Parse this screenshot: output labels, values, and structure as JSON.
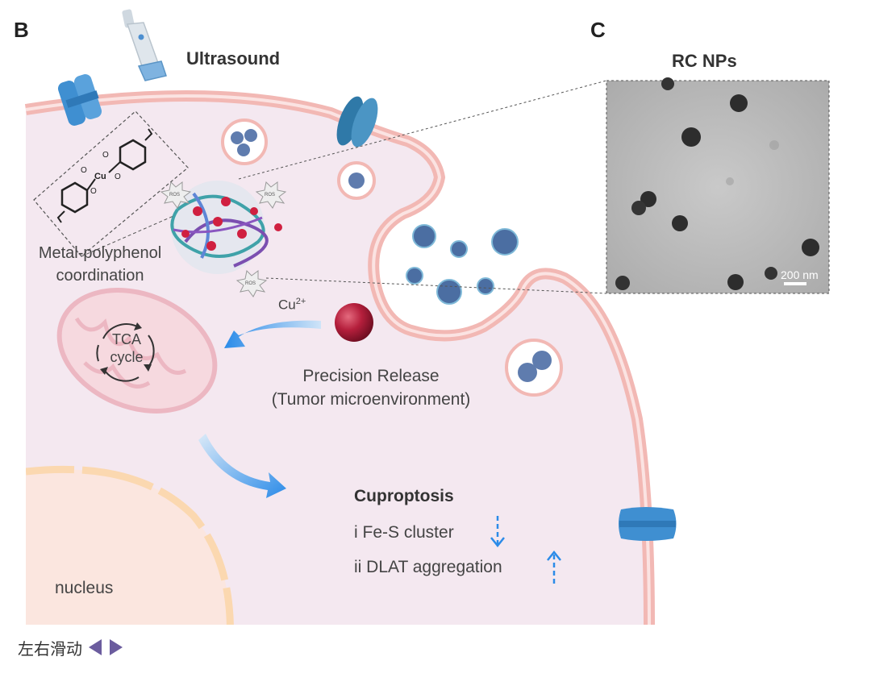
{
  "panel_b_label": "B",
  "panel_c_label": "C",
  "ultrasound_label": "Ultrasound",
  "tem": {
    "title": "RC NPs",
    "scale_bar": "200 nm"
  },
  "coordination_label_line1": "Metal-polyphenol",
  "coordination_label_line2": "coordination",
  "ion_label": "Cu",
  "ion_charge": "2+",
  "tca_line1": "TCA",
  "tca_line2": "cycle",
  "release_line1": "Precision Release",
  "release_line2": "(Tumor microenvironment)",
  "cuproptosis": {
    "title": "Cuproptosis",
    "item1": "i Fe-S cluster",
    "item2": "ii DLAT aggregation"
  },
  "nucleus_label": "nucleus",
  "ros_label": "ROS",
  "molecule": {
    "metal": "Cu",
    "oxygen": "O"
  },
  "nav": {
    "label": "左右滑动"
  },
  "colors": {
    "cell_fill": "#f4e8f0",
    "membrane": "#f2b8b4",
    "nucleus": "#fbe6df",
    "mito": "#f6d9df",
    "arrow_blue": "#2b8be8",
    "channel": "#3f8fd1",
    "nav_arrow": "#6b5c9e"
  }
}
